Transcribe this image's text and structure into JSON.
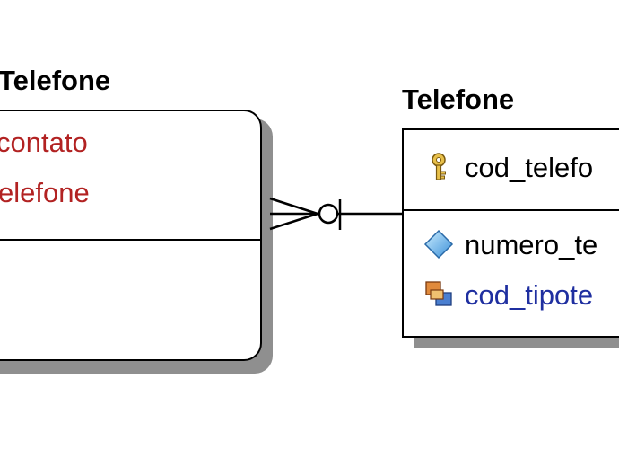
{
  "diagram": {
    "left_entity": {
      "title": "Telefone",
      "attributes": [
        "contato",
        "elefone"
      ]
    },
    "right_entity": {
      "title": "Telefone",
      "key_attribute": {
        "label": "cod_telefo",
        "icon": "key-icon"
      },
      "attributes": [
        {
          "label": "numero_te",
          "icon": "diamond-icon",
          "kind": "attribute"
        },
        {
          "label": "cod_tipote",
          "icon": "foreign-key-icon",
          "kind": "foreign-key"
        }
      ]
    },
    "relationship": {
      "left_end": "many-optional (crow's foot with circle)",
      "right_end": "one (bar)"
    },
    "colors": {
      "attribute_red": "#b22222",
      "foreign_key_blue": "#1f2fa0",
      "shadow": "#8f8f8f"
    }
  }
}
